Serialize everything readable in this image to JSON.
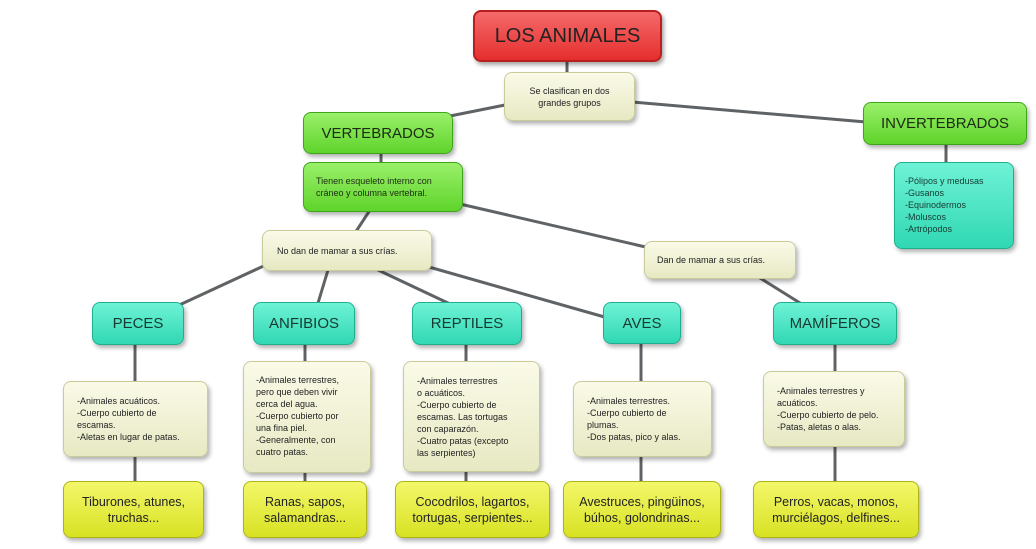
{
  "title": "LOS ANIMALES",
  "clasifican": "Se clasifican en dos\ngrandes grupos",
  "vertebrados": {
    "label": "VERTEBRADOS",
    "desc": "Tienen esqueleto interno con\ncráneo y columna vertebral."
  },
  "invertebrados": {
    "label": "INVERTEBRADOS",
    "desc": "-Pólipos y medusas\n-Gusanos\n-Equinodermos\n-Moluscos\n-Artrópodos"
  },
  "no_mamar": "No dan de mamar a sus crías.",
  "mamar": "Dan de mamar a sus crías.",
  "groups": [
    {
      "name": "PECES",
      "desc": "-Animales acuáticos.\n-Cuerpo cubierto de\nescamas.\n-Aletas en lugar de patas.",
      "examples": "Tiburones, atunes,\ntruchas..."
    },
    {
      "name": "ANFIBIOS",
      "desc": "-Animales terrestres,\n pero que deben vivir\n cerca del agua.\n-Cuerpo cubierto por\n una fina piel.\n-Generalmente, con\n cuatro patas.",
      "examples": "Ranas, sapos,\nsalamandras..."
    },
    {
      "name": "REPTILES",
      "desc": "-Animales terrestres\n o acuáticos.\n-Cuerpo cubierto de\nescamas. Las tortugas\ncon caparazón.\n-Cuatro patas (excepto\nlas serpientes)",
      "examples": "Cocodrilos, lagartos,\ntortugas, serpientes..."
    },
    {
      "name": "AVES",
      "desc": "-Animales terrestres.\n-Cuerpo cubierto de\nplumas.\n-Dos patas, pico y alas.",
      "examples": "Avestruces, pingüinos,\nbúhos, golondrinas..."
    },
    {
      "name": "MAMÍFEROS",
      "desc": "-Animales terrestres y\n acuáticos.\n-Cuerpo cubierto de pelo.\n-Patas, aletas o alas.",
      "examples": "Perros, vacas, monos,\nmurciélagos, delfines..."
    }
  ]
}
